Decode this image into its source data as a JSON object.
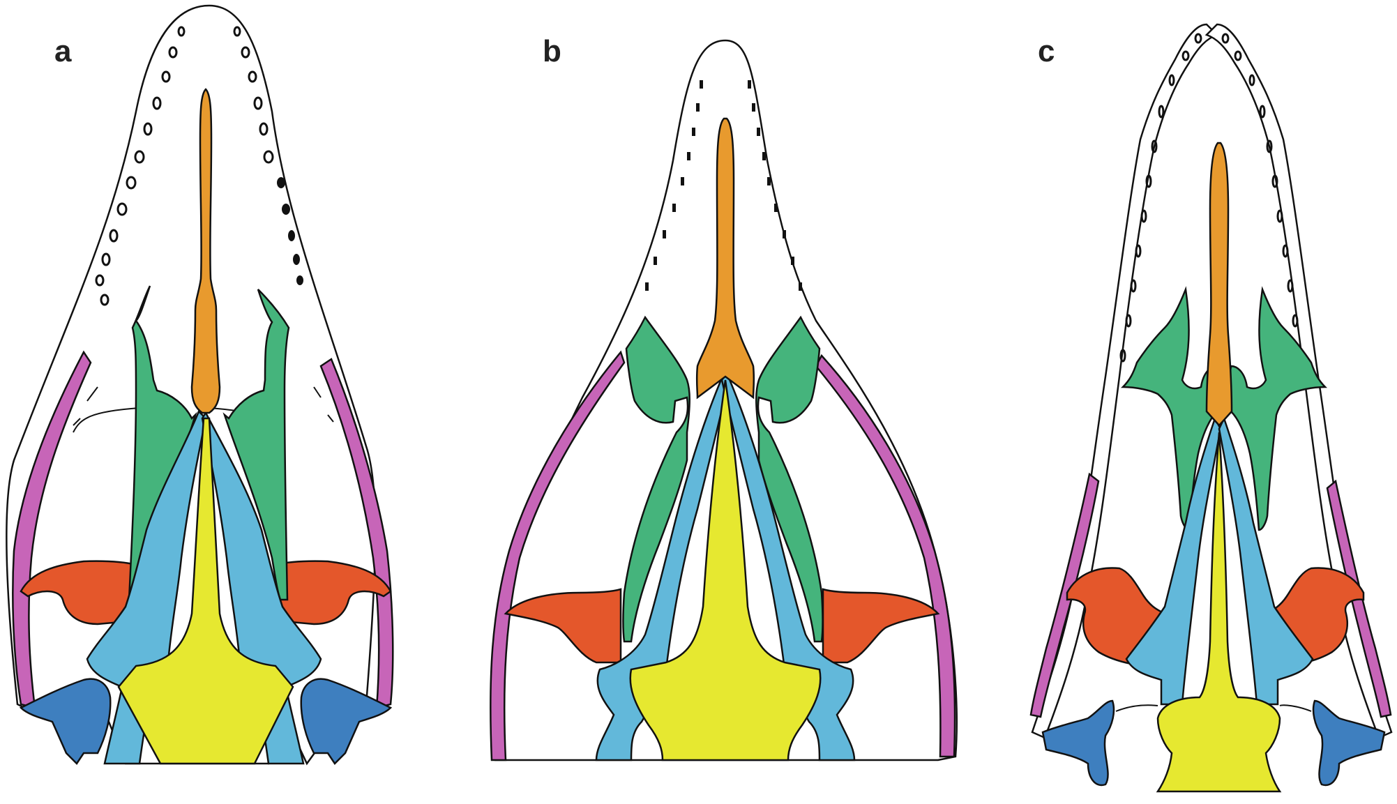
{
  "figure": {
    "panels": [
      {
        "id": "a",
        "label": "a"
      },
      {
        "id": "b",
        "label": "b"
      },
      {
        "id": "c",
        "label": "c"
      }
    ]
  },
  "bone_colors": {
    "vomer": "#E89A2E",
    "palatine": "#45B47C",
    "pterygoid": "#62B8DA",
    "parasphenoid": "#E6E830",
    "ectopterygoid": "#E4572B",
    "quadratojugal": "#C765B8",
    "quadrate": "#3E7FBF",
    "skull_outline": "#FFFFFF"
  }
}
